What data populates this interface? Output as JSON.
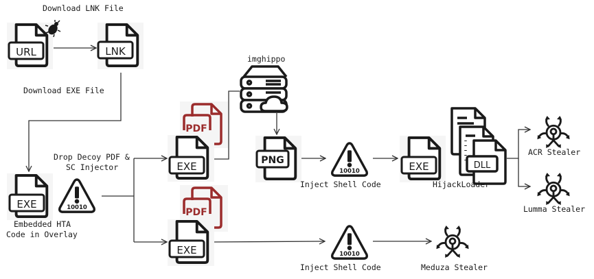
{
  "diagram": {
    "labels": {
      "download_lnk": "Download LNK File",
      "download_exe": "Download EXE File",
      "imghippo": "imghippo",
      "drop_decoy_line1": "Drop Decoy PDF &",
      "drop_decoy_line2": "SC Injector",
      "embedded_hta_line1": "Embedded HTA",
      "embedded_hta_line2": "Code in Overlay",
      "inject_shell_top": "Inject Shell Code",
      "inject_shell_bottom": "Inject Shell Code",
      "hijackloader": "HijackLoader",
      "acr_stealer": "ACR Stealer",
      "lumma_stealer": "Lumma Stealer",
      "meduza_stealer": "Meduza Stealer"
    },
    "file_tags": {
      "url": "URL",
      "lnk": "LNK",
      "exe": "EXE",
      "pdf": "PDF",
      "png": "PNG",
      "dll": "DLL"
    },
    "shellcode_badge": "10010",
    "colors": {
      "stroke": "#1a1a1a",
      "pdf_accent": "#9b2c2c",
      "arrow": "#333333",
      "icon_bg": "#f5f5f5"
    },
    "nodes": [
      {
        "id": "url-file",
        "icon": "file-url-icon"
      },
      {
        "id": "lnk-file",
        "icon": "file-lnk-icon"
      },
      {
        "id": "exe-initial",
        "icon": "file-exe-icon"
      },
      {
        "id": "shellcode-1",
        "icon": "shellcode-warning-icon"
      },
      {
        "id": "exe-decoy-top",
        "icon": "file-exe-icon"
      },
      {
        "id": "pdf-decoy-top",
        "icon": "file-pdf-icon"
      },
      {
        "id": "exe-decoy-bottom",
        "icon": "file-exe-icon"
      },
      {
        "id": "pdf-decoy-bottom",
        "icon": "file-pdf-icon"
      },
      {
        "id": "imghippo-server",
        "icon": "cloud-server-icon"
      },
      {
        "id": "png-file",
        "icon": "file-png-icon"
      },
      {
        "id": "shellcode-2",
        "icon": "shellcode-warning-icon"
      },
      {
        "id": "exe-hijack",
        "icon": "file-exe-icon"
      },
      {
        "id": "hijackloader-dll",
        "icon": "file-dll-stack-icon"
      },
      {
        "id": "acr-stealer",
        "icon": "biohazard-stealer-icon"
      },
      {
        "id": "lumma-stealer",
        "icon": "biohazard-stealer-icon"
      },
      {
        "id": "shellcode-3",
        "icon": "shellcode-warning-icon"
      },
      {
        "id": "meduza-stealer",
        "icon": "biohazard-stealer-icon"
      }
    ]
  }
}
